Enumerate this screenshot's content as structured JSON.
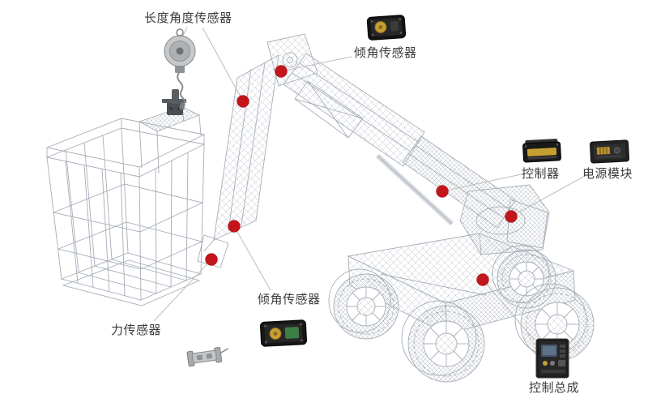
{
  "diagram": {
    "labels": {
      "length_angle_sensor": "长度角度传感器",
      "tilt_sensor_top": "倾角传感器",
      "controller": "控制器",
      "power_module": "电源模块",
      "tilt_sensor_bottom": "倾角传感器",
      "force_sensor": "力传感器",
      "control_assembly": "控制总成"
    },
    "colors": {
      "marker": "#c3161c",
      "leader_line": "#bdbdbd",
      "wireframe": "#a7aeb8",
      "label_text": "#3b3b3b",
      "accent_gold": "#c79f33"
    },
    "marker_count": 7
  }
}
